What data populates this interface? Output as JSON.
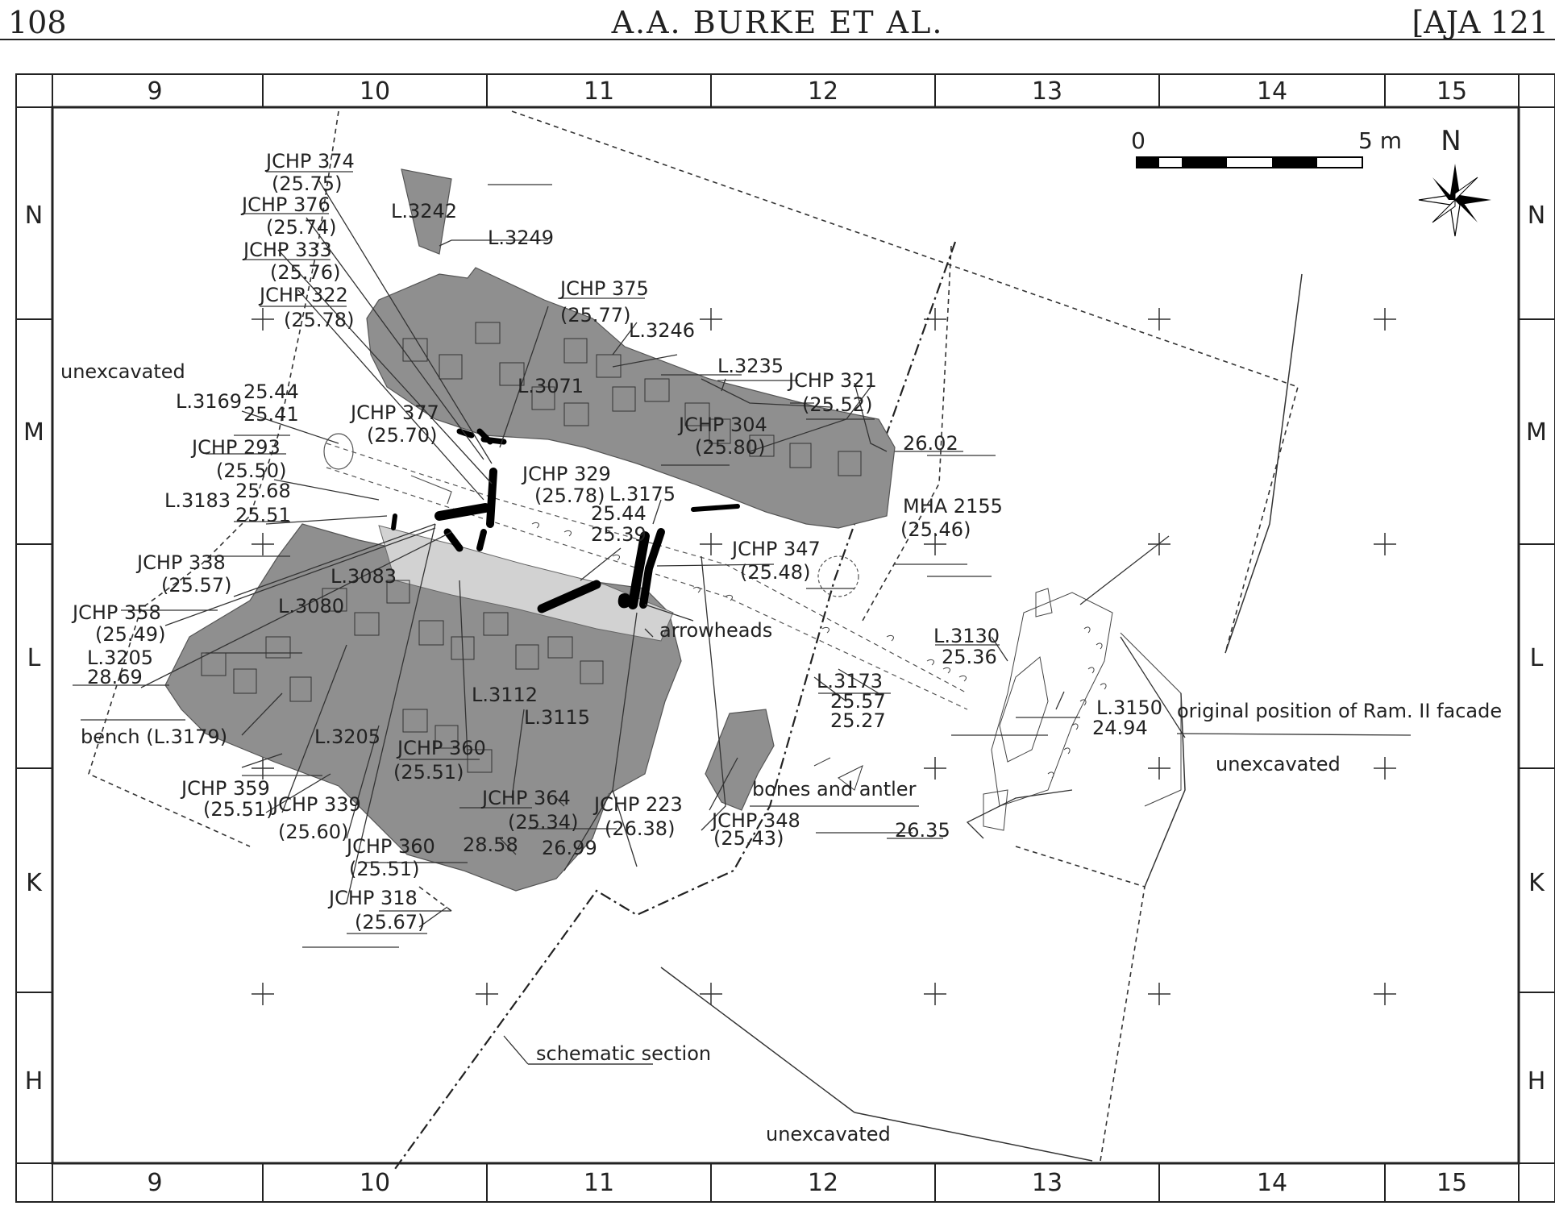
{
  "header": {
    "page_number": "108",
    "running_title": "A.A. BURKE ET AL.",
    "journal": "[AJA 121"
  },
  "grid": {
    "columns": [
      "9",
      "10",
      "11",
      "12",
      "13",
      "14",
      "15"
    ],
    "rows": [
      "N",
      "M",
      "L",
      "K",
      "H"
    ]
  },
  "scale_bar": {
    "start": "0",
    "end": "5 m"
  },
  "north_label": "N",
  "labels": {
    "unexcavated_west": "unexcavated",
    "unexcavated_east": "unexcavated",
    "unexcavated_south": "unexcavated",
    "l3242": "L.3242",
    "l3249": "L.3249",
    "jchp374": "JCHP 374",
    "jchp374_elev": "(25.75)",
    "jchp376": "JCHP 376",
    "jchp376_elev": "(25.74)",
    "jchp333": "JCHP 333",
    "jchp333_elev": "(25.76)",
    "jchp322": "JCHP 322",
    "jchp322_elev": "(25.78)",
    "jchp375": "JCHP 375",
    "jchp375_elev": "(25.77)",
    "l3246": "L.3246",
    "l3235": "L.3235",
    "jchp321": "JCHP 321",
    "jchp321_elev": "(25.52)",
    "l3071": "L.3071",
    "l3169": "L.3169",
    "l3169_e1": "25.44",
    "l3169_e2": "25.41",
    "jchp377": "JCHP 377",
    "jchp377_elev": "(25.70)",
    "jchp304": "JCHP 304",
    "jchp304_elev": "(25.80)",
    "e2602": "26.02",
    "jchp293": "JCHP 293",
    "jchp293_elev": "(25.50)",
    "jchp329": "JCHP 329",
    "jchp329_elev": "(25.78)",
    "l3175": "L.3175",
    "l3175_e1": "25.44",
    "l3175_e2": "25.39",
    "l3183": "L.3183",
    "l3183_e1": "25.68",
    "l3183_e2": "25.51",
    "mha2155": "MHA 2155",
    "mha2155_elev": "(25.46)",
    "jchp338": "JCHP 338",
    "jchp338_elev": "(25.57)",
    "l3083": "L.3083",
    "jchp347": "JCHP 347",
    "jchp347_elev": "(25.48)",
    "jchp358": "JCHP 358",
    "jchp358_elev": "(25.49)",
    "l3080": "L.3080",
    "arrowheads": "arrowheads",
    "l3130": "L.3130",
    "l3130_elev": "25.36",
    "l3205_w": "L.3205",
    "l3205_w_elev": "28.69",
    "l3173": "L.3173",
    "l3173_e1": "25.57",
    "l3173_e2": "25.27",
    "l3112": "L.3112",
    "l3115": "L.3115",
    "l3150": "L.3150",
    "l3150_elev": "24.94",
    "facade": "original position of Ram. II facade",
    "bench": "bench (L.3179)",
    "l3205_s": "L.3205",
    "jchp360a": "JCHP 360",
    "jchp360a_elev": "(25.51)",
    "jchp359": "JCHP 359",
    "jchp359_elev": "(25.51)",
    "jchp339": "JCHP 339",
    "jchp339_elev": "(25.60)",
    "jchp364": "JCHP 364",
    "jchp364_elev": "(25.34)",
    "jchp223": "JCHP 223",
    "jchp223_elev": "(26.38)",
    "bones": "bones and antler",
    "jchp348": "JCHP 348",
    "jchp348_elev": "(25.43)",
    "e2635": "26.35",
    "jchp360b": "JCHP 360",
    "jchp360b_elev": "(25.51)",
    "e2858": "28.58",
    "e2699": "26.99",
    "jchp318": "JCHP 318",
    "jchp318_elev": "(25.67)",
    "schematic": "schematic section"
  }
}
